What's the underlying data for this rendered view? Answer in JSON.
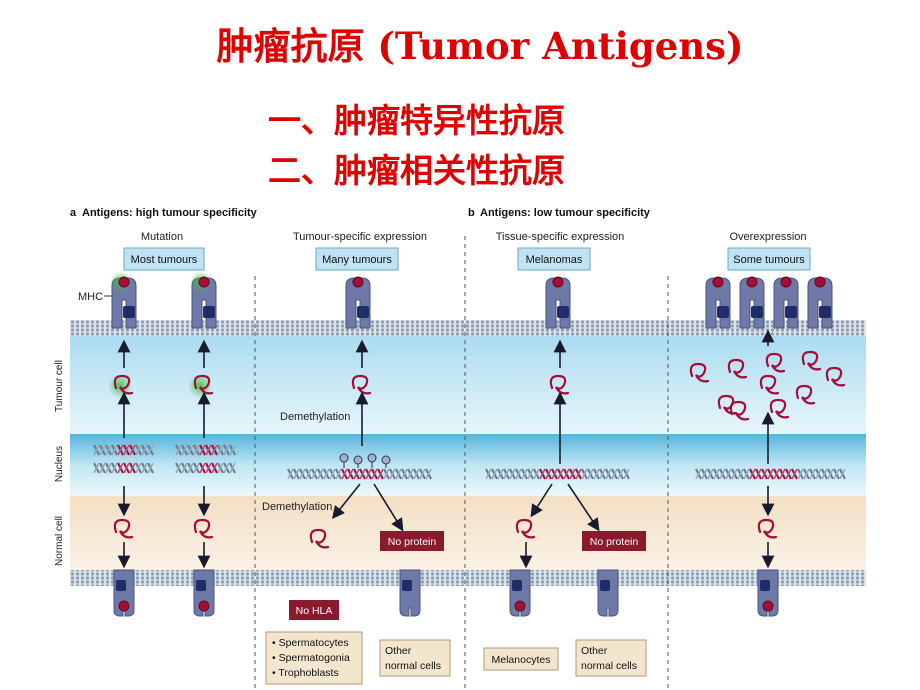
{
  "slide": {
    "title": "肿瘤抗原 (Tumor Antigens)",
    "line1": "一、肿瘤特异性抗原",
    "line2": "二、肿瘤相关性抗原"
  },
  "figure": {
    "panel_a_letter": "a",
    "panel_a_title": "Antigens: high tumour specificity",
    "panel_b_letter": "b",
    "panel_b_title": "Antigens: low tumour specificity",
    "columns": [
      {
        "header": "Mutation",
        "box": "Most tumours"
      },
      {
        "header": "Tumour-specific expression",
        "box": "Many tumours"
      },
      {
        "header": "Tissue-specific expression",
        "box": "Melanomas"
      },
      {
        "header": "Overexpression",
        "box": "Some tumours"
      }
    ],
    "mhc_label": "MHC",
    "side_labels": {
      "tumour": "Tumour cell",
      "nucleus": "Nucleus",
      "normal": "Normal cell"
    },
    "demethylation": "Demethylation",
    "no_protein": "No protein",
    "no_hla": "No HLA",
    "germ_cells": [
      "• Spermatocytes",
      "• Spermatogonia",
      "• Trophoblasts"
    ],
    "other_normal_1": "Other",
    "other_normal_2": "normal cells",
    "melanocytes": "Melanocytes"
  },
  "colors": {
    "title_red": "#e00000",
    "mhc_blue": "#6f79a8",
    "peptide_red": "#a50e3a",
    "label_box_blue": "#bfe3f2",
    "no_protein_box": "#8c1a2f"
  }
}
